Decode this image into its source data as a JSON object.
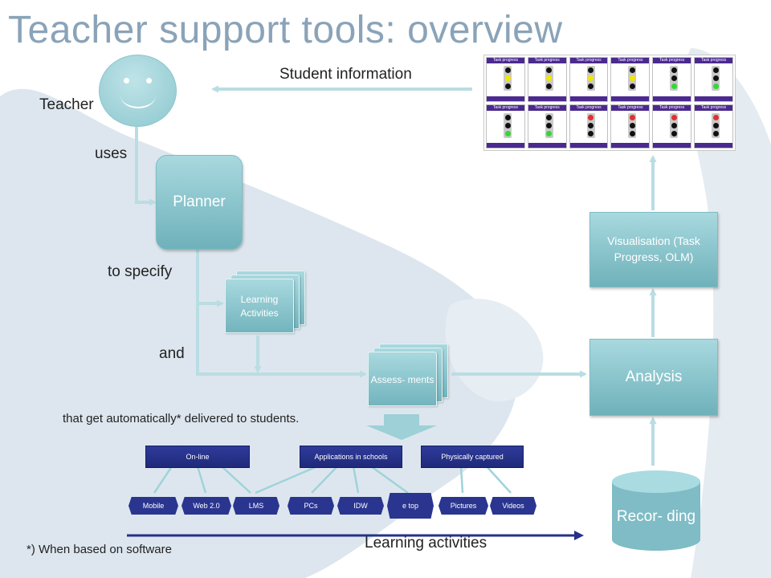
{
  "title": "Teacher support tools: overview",
  "labels": {
    "teacher": "Teacher",
    "uses": "uses",
    "to_specify": "to specify",
    "and": "and",
    "student_information": "Student information",
    "delivered": "that get automatically* delivered to students.",
    "footnote": "*) When based on software",
    "learning_activities_arrow": "Learning activities"
  },
  "nodes": {
    "planner": "Planner",
    "learning_activities": "Learning Activities",
    "assessments": "Assess- ments",
    "visualisation": "Visualisation (Task Progress, OLM)",
    "analysis": "Analysis",
    "recording": "Recor- ding"
  },
  "delivery": {
    "categories": [
      "On-line",
      "Applications in schools",
      "Physically captured"
    ],
    "channels": [
      "Mobile",
      "Web 2.0",
      "LMS",
      "PCs",
      "IDW",
      "e top",
      "Pictures",
      "Videos"
    ]
  },
  "dashboard": {
    "panel_header": "Task progress",
    "panels": [
      {
        "lights": [
          "off",
          "yellow",
          "off"
        ]
      },
      {
        "lights": [
          "off",
          "yellow",
          "off"
        ]
      },
      {
        "lights": [
          "off",
          "yellow",
          "off"
        ]
      },
      {
        "lights": [
          "off",
          "yellow",
          "off"
        ]
      },
      {
        "lights": [
          "off",
          "off",
          "green"
        ]
      },
      {
        "lights": [
          "off",
          "off",
          "green"
        ]
      },
      {
        "lights": [
          "off",
          "off",
          "green"
        ]
      },
      {
        "lights": [
          "off",
          "off",
          "green"
        ]
      },
      {
        "lights": [
          "red",
          "off",
          "off"
        ]
      },
      {
        "lights": [
          "red",
          "off",
          "off"
        ]
      },
      {
        "lights": [
          "red",
          "off",
          "off"
        ]
      },
      {
        "lights": [
          "red",
          "off",
          "off"
        ]
      }
    ]
  },
  "colors": {
    "title": "#8aa3b8",
    "teal": "#8cc7cf",
    "navy": "#25318a",
    "arrow": "#b9dde2",
    "yellow": "#f2e600",
    "green": "#36d636",
    "red": "#e03030"
  }
}
